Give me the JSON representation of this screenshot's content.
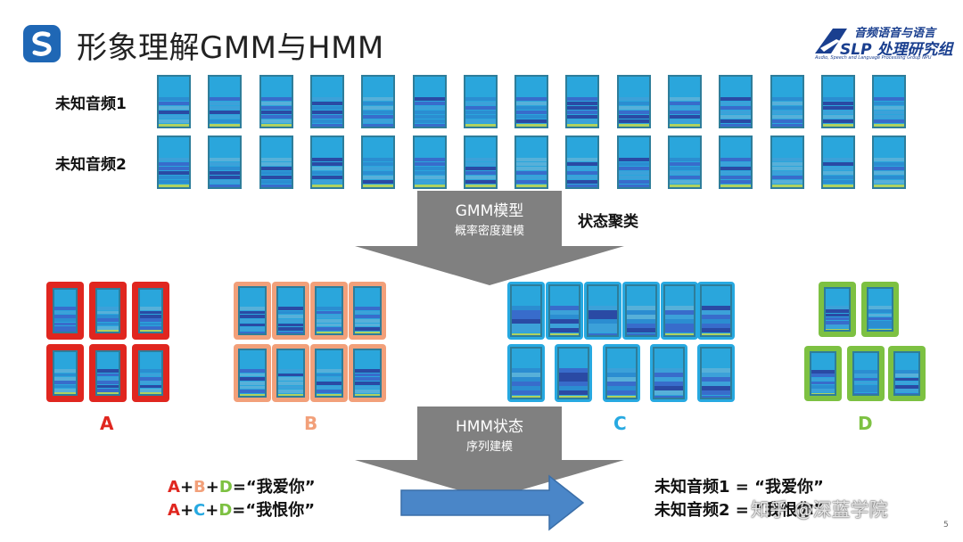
{
  "slide": {
    "title": "形象理解GMM与HMM",
    "page_number": "5",
    "logo": {
      "line1": "音频语音与语言",
      "line2": "SLP 处理研究组",
      "line3": "Audio, Speech and Language Processing Group  NPU"
    }
  },
  "rows": [
    {
      "label": "未知音频1"
    },
    {
      "label": "未知音频2"
    }
  ],
  "arrow_gmm": {
    "line1": "GMM模型",
    "line2": "概率密度建模"
  },
  "cluster_label": "状态聚类",
  "groups": [
    {
      "label": "A",
      "color": "#e0261f"
    },
    {
      "label": "B",
      "color": "#f2a07a"
    },
    {
      "label": "C",
      "color": "#27a9e1"
    },
    {
      "label": "D",
      "color": "#7dc142"
    }
  ],
  "arrow_hmm": {
    "line1": "HMM状态",
    "line2": "序列建模"
  },
  "equations": [
    {
      "parts": [
        "A",
        "+",
        "B",
        "+",
        "D",
        "=",
        "“我爱你”"
      ]
    },
    {
      "parts": [
        "A",
        "+",
        "C",
        "+",
        "D",
        "=",
        "“我恨你”"
      ]
    }
  ],
  "results": [
    {
      "text": "未知音频1 = “我爱你”"
    },
    {
      "text": "未知音频2 = “我恨你”"
    }
  ],
  "watermark": "知乎 @深蓝学院",
  "colors": {
    "tile_bg": "#2aa6dc",
    "tile_mid": "#3b62c8",
    "tile_dark": "#2a3a9a",
    "tile_yellow": "#c8d84a",
    "arrow_gray": "#808080",
    "blue_arrow": "#4a86c8"
  }
}
